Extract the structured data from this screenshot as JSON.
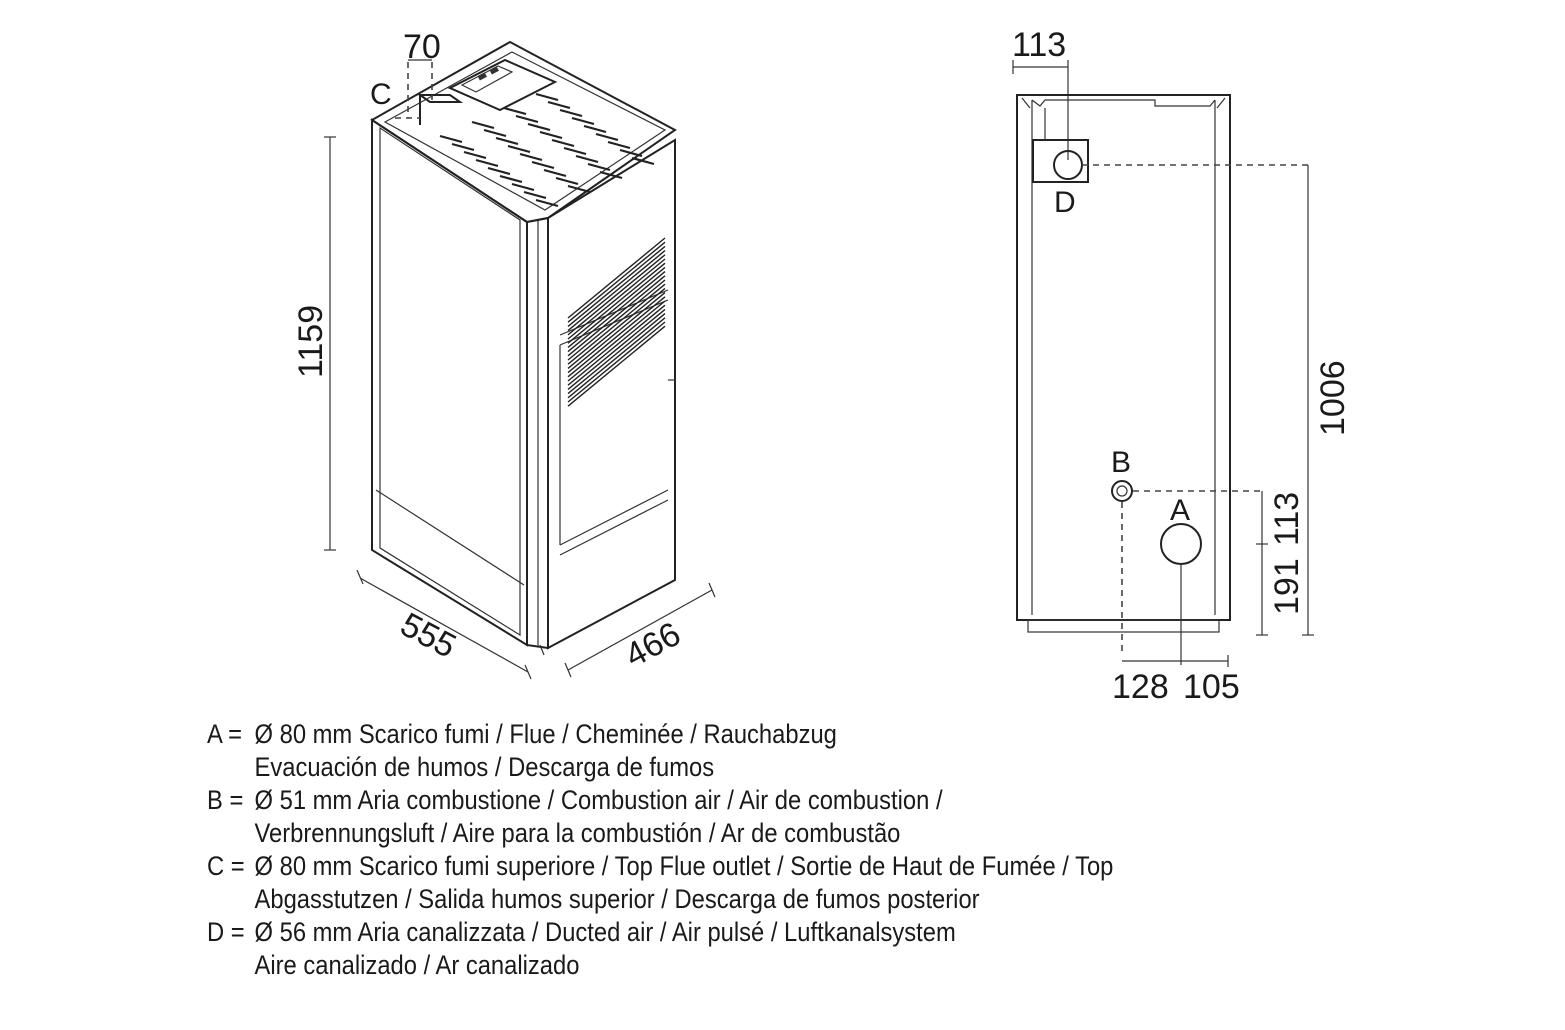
{
  "perspective_view": {
    "dim_height": "1159",
    "dim_width": "555",
    "dim_depth": "466",
    "dim_top": "70",
    "label_c": "C"
  },
  "rear_view": {
    "dim_top": "113",
    "dim_right_tall": "1006",
    "dim_right_upper": "113",
    "dim_right_lower": "191",
    "dim_bottom_left": "128",
    "dim_bottom_right": "105",
    "label_a": "A",
    "label_b": "B",
    "label_d": "D"
  },
  "legend": [
    {
      "key": "A =",
      "line1": "Ø 80 mm  Scarico fumi / Flue / Cheminée / Rauchabzug",
      "line2": "Evacuación de humos / Descarga de fumos"
    },
    {
      "key": "B =",
      "line1": "Ø 51 mm  Aria combustione / Combustion air / Air de combustion /",
      "line2": "Verbrennungsluft / Aire para la combustión / Ar de combustão"
    },
    {
      "key": "C =",
      "line1": "Ø 80 mm  Scarico fumi superiore / Top Flue outlet / Sortie de Haut de Fumée / Top",
      "line2": "Abgasstutzen / Salida humos superior / Descarga de fumos posterior"
    },
    {
      "key": "D =",
      "line1": "Ø 56 mm  Aria canalizzata / Ducted air / Air pulsé / Luftkanalsystem",
      "line2": "Aire canalizado / Ar canalizado"
    }
  ]
}
